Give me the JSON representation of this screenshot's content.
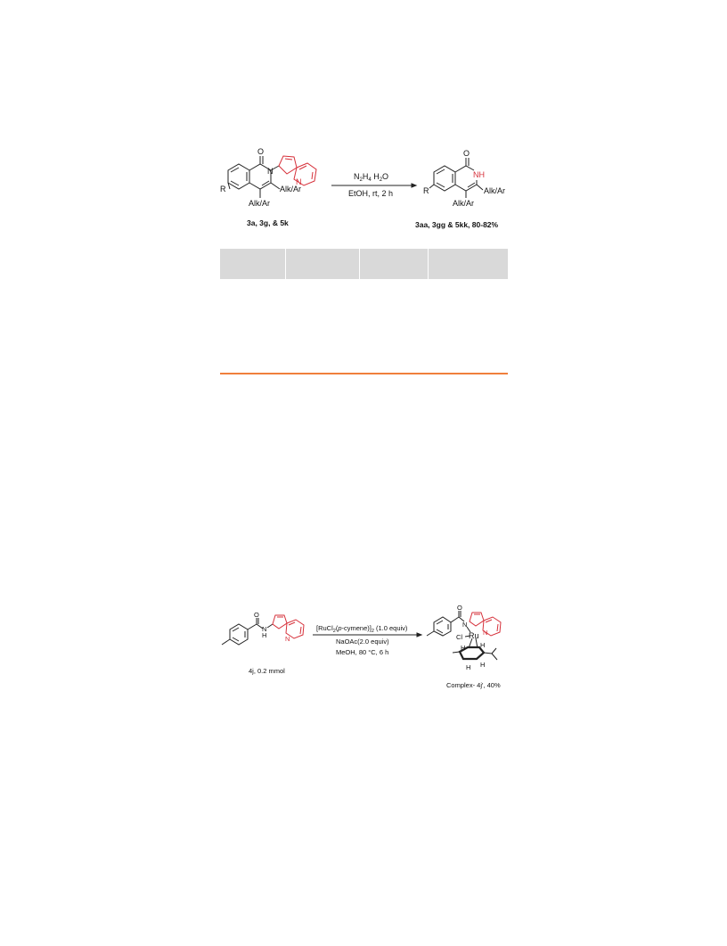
{
  "scheme1": {
    "reagent_top": "N2H4.H2O",
    "reagent_bottom": "EtOH, rt, 2 h",
    "reactant": {
      "substituent_r": "R",
      "carbonyl_o": "O",
      "ring_n": "N",
      "azaindole_n": "N",
      "alk_ar_3": "Alk/Ar",
      "alk_ar_4": "Alk/Ar",
      "caption": "3a, 3g, & 5k"
    },
    "product": {
      "substituent_r": "R",
      "carbonyl_o": "O",
      "nh": "NH",
      "alk_ar_3": "Alk/Ar",
      "alk_ar_4": "Alk/Ar",
      "caption": "3aa, 3gg & 5kk, 80-82%"
    }
  },
  "table": {
    "header_color": "#d9d9d9",
    "columns": [
      "",
      "",
      "",
      ""
    ]
  },
  "divider": {
    "color": "#f07f3c"
  },
  "scheme2": {
    "reagent_line1": "[RuCl2(p-cymene)]2 (1.0 equiv)",
    "reagent_line2": "NaOAc(2.0 equiv)",
    "reagent_line3": "MeOH, 80 °C, 6 h",
    "reactant": {
      "carbonyl_o": "O",
      "nh_n": "N",
      "nh_h": "H",
      "azaindole_n": "N",
      "caption": "4j, 0.2 mmol"
    },
    "product": {
      "carbonyl_o": "O",
      "amide_n": "N",
      "azaindole_n": "N",
      "ru": "Ru",
      "cl": "Cl",
      "h_labels": [
        "H",
        "H",
        "H",
        "H"
      ],
      "caption": "Complex- 4j', 40%"
    }
  }
}
